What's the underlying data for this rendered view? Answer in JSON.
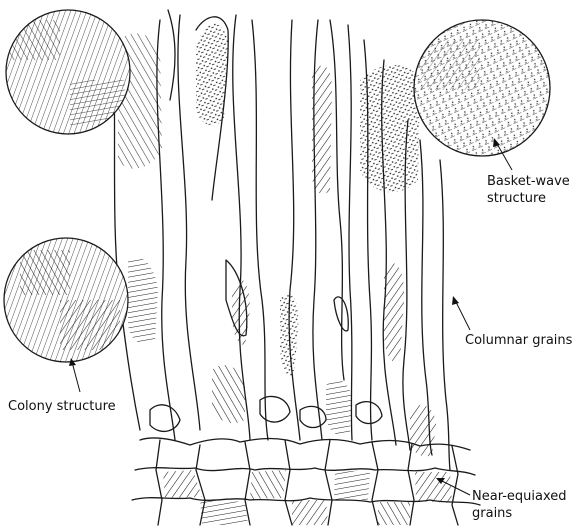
{
  "labels": {
    "basket_wave": [
      "Basket-wave",
      "structure"
    ],
    "columnar": "Columnar grains",
    "colony": "Colony structure",
    "near_equiaxed": [
      "Near-equiaxed",
      "grains"
    ]
  },
  "colors": {
    "ink": "#1a1a1a",
    "background": "#ffffff"
  }
}
